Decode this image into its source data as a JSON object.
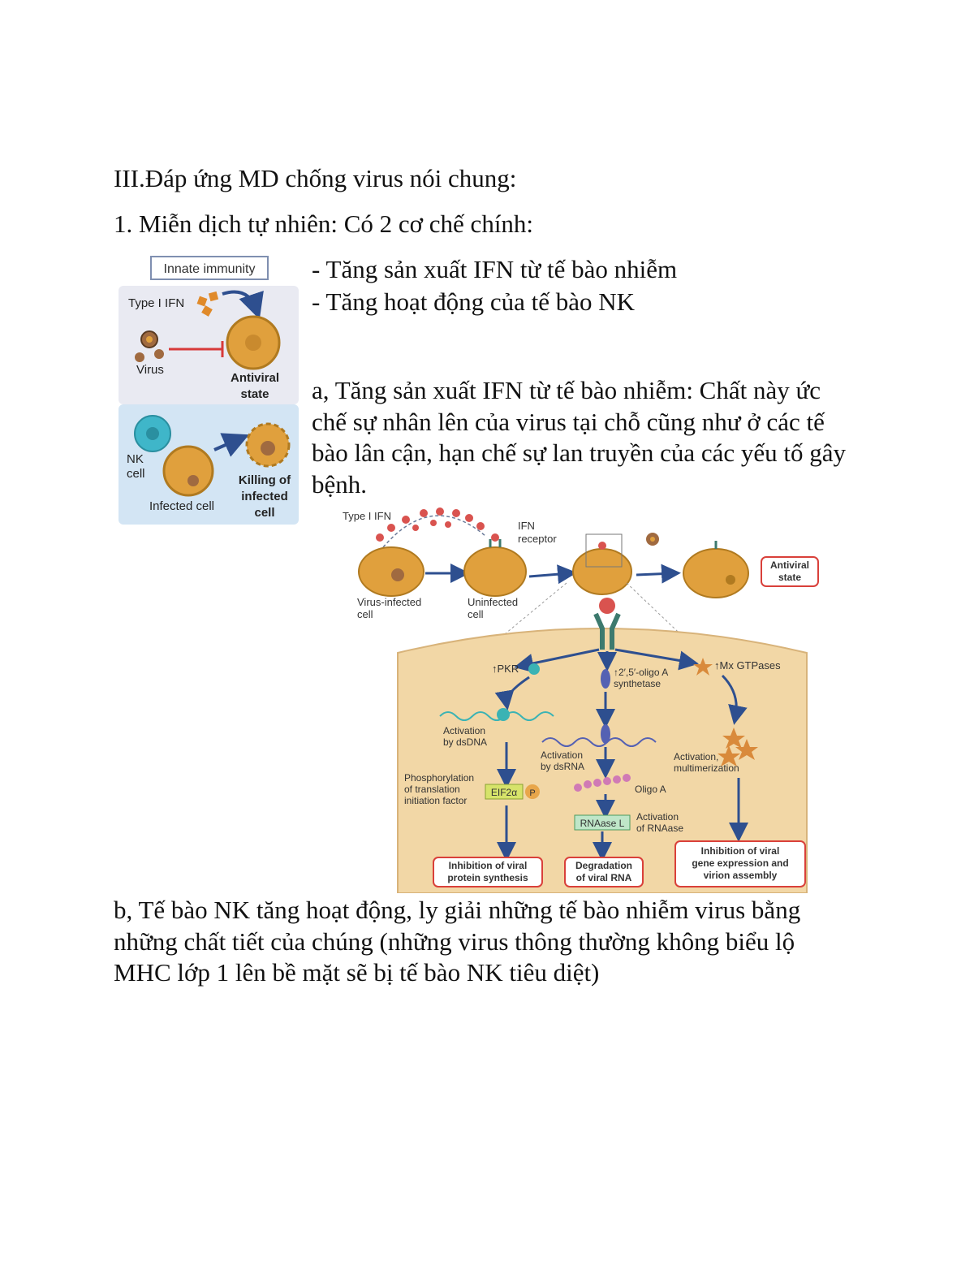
{
  "heading": "III.Đáp ứng MD chống virus nói chung:",
  "section1": "1. Miễn dịch tự nhiên: Có 2 cơ chế chính:",
  "bullets": [
    "- Tăng sản xuất IFN từ tế bào nhiễm",
    "- Tăng hoạt động của tế bào NK"
  ],
  "para_a": {
    "lines": [
      "a, Tăng sản xuất IFN từ tế bào nhiễm: Chất này ức",
      "chế sự nhân lên của virus tại chỗ cũng như ở các tế",
      "bào lân cận, hạn chế sự lan truyền của các yếu tố gây",
      "bệnh."
    ]
  },
  "para_b": {
    "lines": [
      "b, Tế bào NK tăng hoạt động, ly giải những tế bào nhiễm virus bằng",
      "những chất tiết của chúng (những virus thông thường không biểu lộ",
      "MHC lớp 1 lên bề mặt sẽ bị tế bào NK tiêu diệt)"
    ]
  },
  "figure1": {
    "title": "Innate immunity",
    "type1_ifn": "Type I IFN",
    "virus": "Virus",
    "antiviral_state": [
      "Antiviral",
      "state"
    ],
    "nk_cell": [
      "NK",
      "cell"
    ],
    "infected_cell": "Infected cell",
    "killing": [
      "Killing of",
      "infected",
      "cell"
    ],
    "colors": {
      "top_panel": "#e9eaf2",
      "bottom_panel": "#d3e5f4",
      "cell": "#e0a03d",
      "nk": "#3fb6c9",
      "inhibit": "#d73a3a"
    }
  },
  "figure2": {
    "type1_ifn": "Type I IFN",
    "ifn_receptor": [
      "IFN",
      "receptor"
    ],
    "virus_infected_cell": [
      "Virus-infected",
      "cell"
    ],
    "uninfected_cell": [
      "Uninfected",
      "cell"
    ],
    "antiviral_state": [
      "Antiviral",
      "state"
    ],
    "pkr": "↑PKR",
    "oligo_synthetase": [
      "↑2′,5′-oligo A",
      "synthetase"
    ],
    "mx": "↑Mx GTPases",
    "activation_dsdna": [
      "Activation",
      "by dsDNA"
    ],
    "activation_dsrna": [
      "Activation",
      "by dsRNA"
    ],
    "activation_multi": [
      "Activation,",
      "multimerization"
    ],
    "phospho": [
      "Phosphorylation",
      "of translation",
      "initiation factor"
    ],
    "eif2a": "EIF2α",
    "p_label": "P",
    "oligo_a": "Oligo A",
    "rnase_l": "RNAase L",
    "activation_rnase": [
      "Activation",
      "of RNAase"
    ],
    "result1": [
      "Inhibition of viral",
      "protein synthesis"
    ],
    "result2": [
      "Degradation",
      "of viral RNA"
    ],
    "result3": [
      "Inhibition of viral",
      "gene expression and",
      "virion assembly"
    ],
    "colors": {
      "cell_bg": "#f2d7a6",
      "arrow": "#2e4f8f",
      "result_border": "#d9403a",
      "pkr": "#3bb3b4",
      "oligo": "#5561b3",
      "mx": "#d98a3b",
      "ifn": "#d9534f"
    }
  }
}
